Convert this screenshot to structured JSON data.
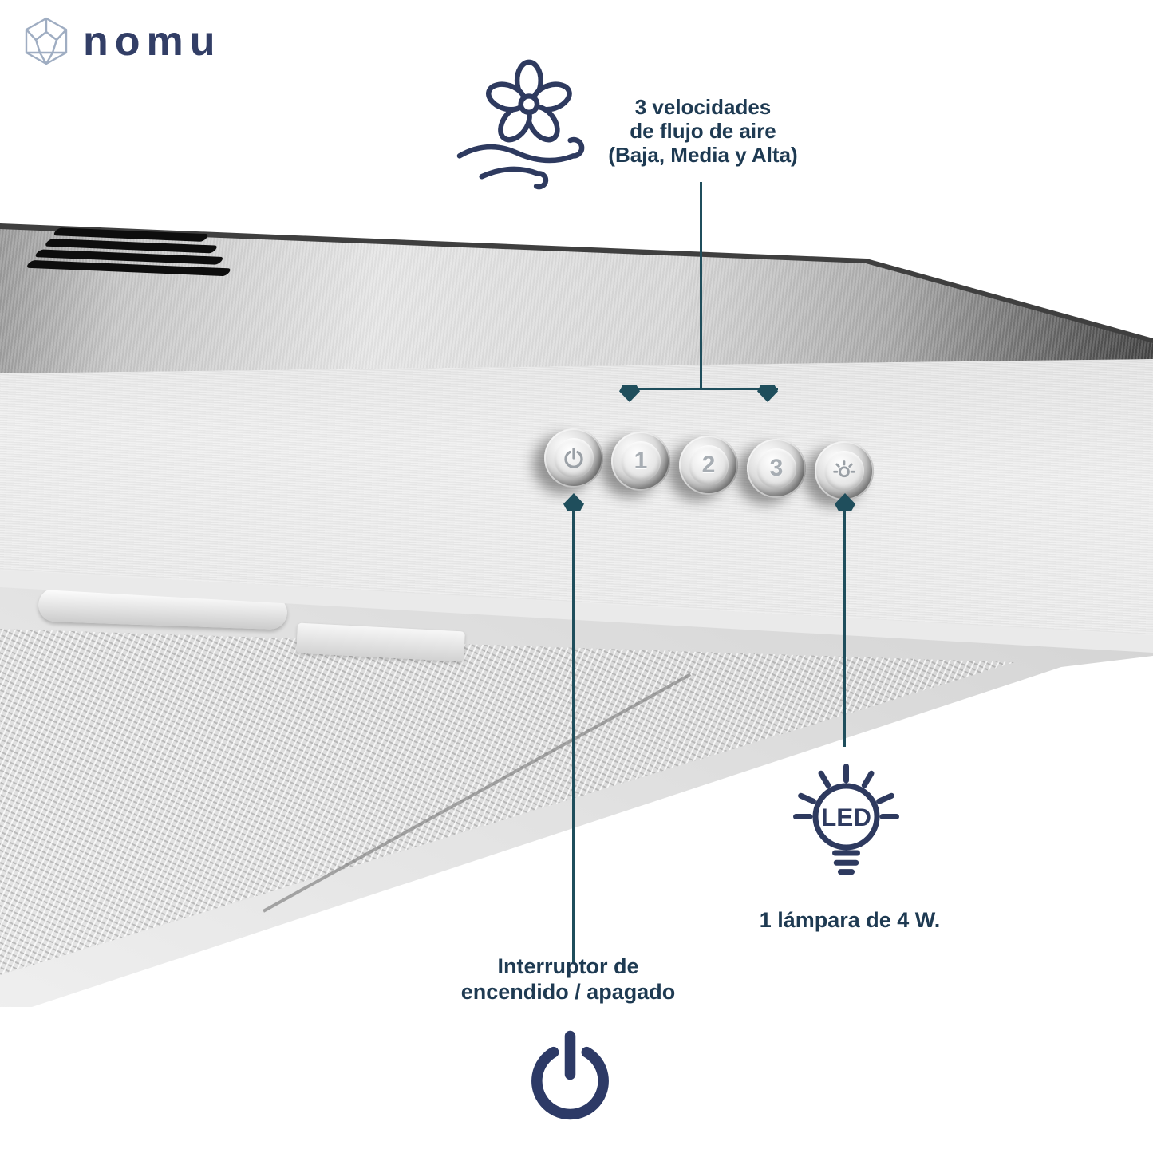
{
  "brand": {
    "name": "nomu"
  },
  "callouts": {
    "speeds": {
      "lines": [
        "3 velocidades",
        "de flujo de aire",
        "(Baja, Media y Alta)"
      ]
    },
    "lamp": {
      "label": "1 lámpara de 4 W.",
      "led_label": "LED"
    },
    "power_switch": {
      "lines": [
        "Interruptor de",
        "encendido / apagado"
      ]
    }
  },
  "hood_controls": {
    "power_button": "power",
    "speed_buttons": [
      "1",
      "2",
      "3"
    ],
    "light_button": "light"
  },
  "icons": {
    "logo": "polyhedron-logo-icon",
    "fan": "fan-wind-icon",
    "led": "led-bulb-icon",
    "power": "power-symbol-icon",
    "button_power": "power-glyph-icon",
    "button_light": "light-glyph-icon"
  },
  "colors": {
    "navy": "#2e3a5f",
    "teal": "#1f4e5c",
    "text": "#1e3a52",
    "logo_text": "#323e66"
  }
}
